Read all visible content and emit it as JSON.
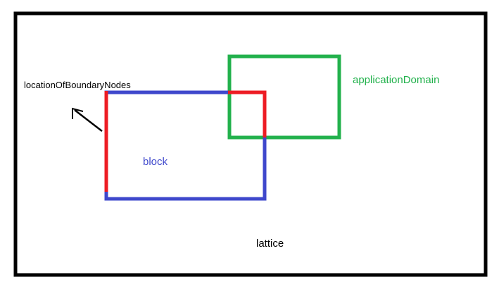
{
  "labels": {
    "boundary": "locationOfBoundaryNodes",
    "application_domain": "applicationDomain",
    "block": "block",
    "lattice": "lattice"
  },
  "colors": {
    "lattice_border": "#000000",
    "block": "#3f48cc",
    "application_domain": "#22b14c",
    "boundary": "#ed1c24",
    "arrow": "#000000"
  }
}
